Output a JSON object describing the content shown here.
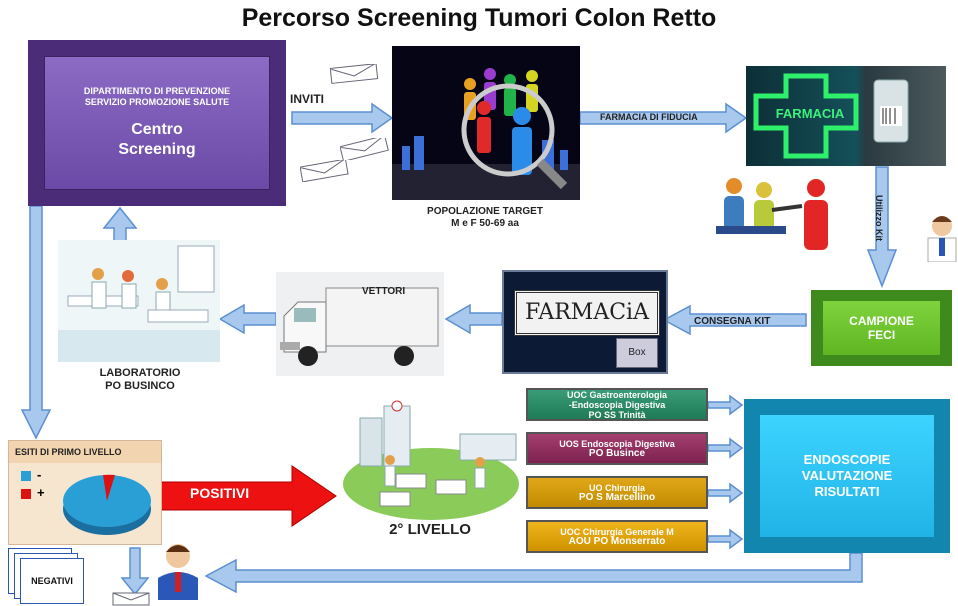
{
  "title": "Percorso Screening Tumori Colon Retto",
  "centro": {
    "line1": "DIPARTIMENTO DI PREVENZIONE",
    "line2": "SERVIZIO PROMOZIONE SALUTE",
    "name1": "Centro",
    "name2": "Screening"
  },
  "edges": {
    "inviti": "INVITI",
    "farmacia_fiducia": "FARMACIA DI FIDUCIA",
    "utilizzo_kit": "Utilizzo Kit",
    "consegna_kit": "CONSEGNA KIT",
    "positivi": "POSITIVI"
  },
  "popolazione": {
    "line1": "POPOLAZIONE TARGET",
    "line2": "M e F  50-69 aa"
  },
  "farmacia_sign": "FARMACIA",
  "farmacia_box": {
    "sign": "FARMACiA",
    "box": "Box"
  },
  "campione": {
    "line1": "CAMPIONE",
    "line2": "FECI"
  },
  "vettori": "VETTORI",
  "laboratorio": {
    "line1": "LABORATORIO",
    "line2": "PO BUSINCO"
  },
  "esiti": {
    "header": "ESITI DI PRIMO LIVELLO",
    "neg_sym": "-",
    "pos_sym": "+",
    "negativi": "NEGATIVI"
  },
  "secondo_livello": "2° LIVELLO",
  "units": [
    {
      "line1": "UOC Gastroenterologia",
      "line2": "-Endoscopia Digestiva",
      "line3": "PO SS Trinità"
    },
    {
      "line1": "UOS Endoscopia Digestiva",
      "line2": "PO Busince"
    },
    {
      "line1": "UO Chirurgia",
      "line2": "PO S Marcellino"
    },
    {
      "line1": "UOC Chirurgia Generale M",
      "line2": "AOU PO Monserrato"
    }
  ],
  "endoscopie": {
    "line1": "ENDOSCOPIE",
    "line2": "VALUTAZIONE",
    "line3": "RISULTATI"
  },
  "colors": {
    "arrow_fill": "#a9c8ee",
    "arrow_stroke": "#5b8fd1",
    "positivi_arrow": "#ee1111",
    "centro": "#6a4aa6",
    "campione": "#5fb622",
    "endoscopie": "#20b4e6",
    "pie_negative": "#2a9fd6",
    "pie_positive": "#dd1111"
  },
  "icons": [
    "envelope-icon",
    "people-icon",
    "magnifier-icon",
    "pharmacy-cross-icon",
    "test-tube-icon",
    "doctor-icon",
    "truck-icon",
    "hospital-icon",
    "pie-chart-icon"
  ]
}
